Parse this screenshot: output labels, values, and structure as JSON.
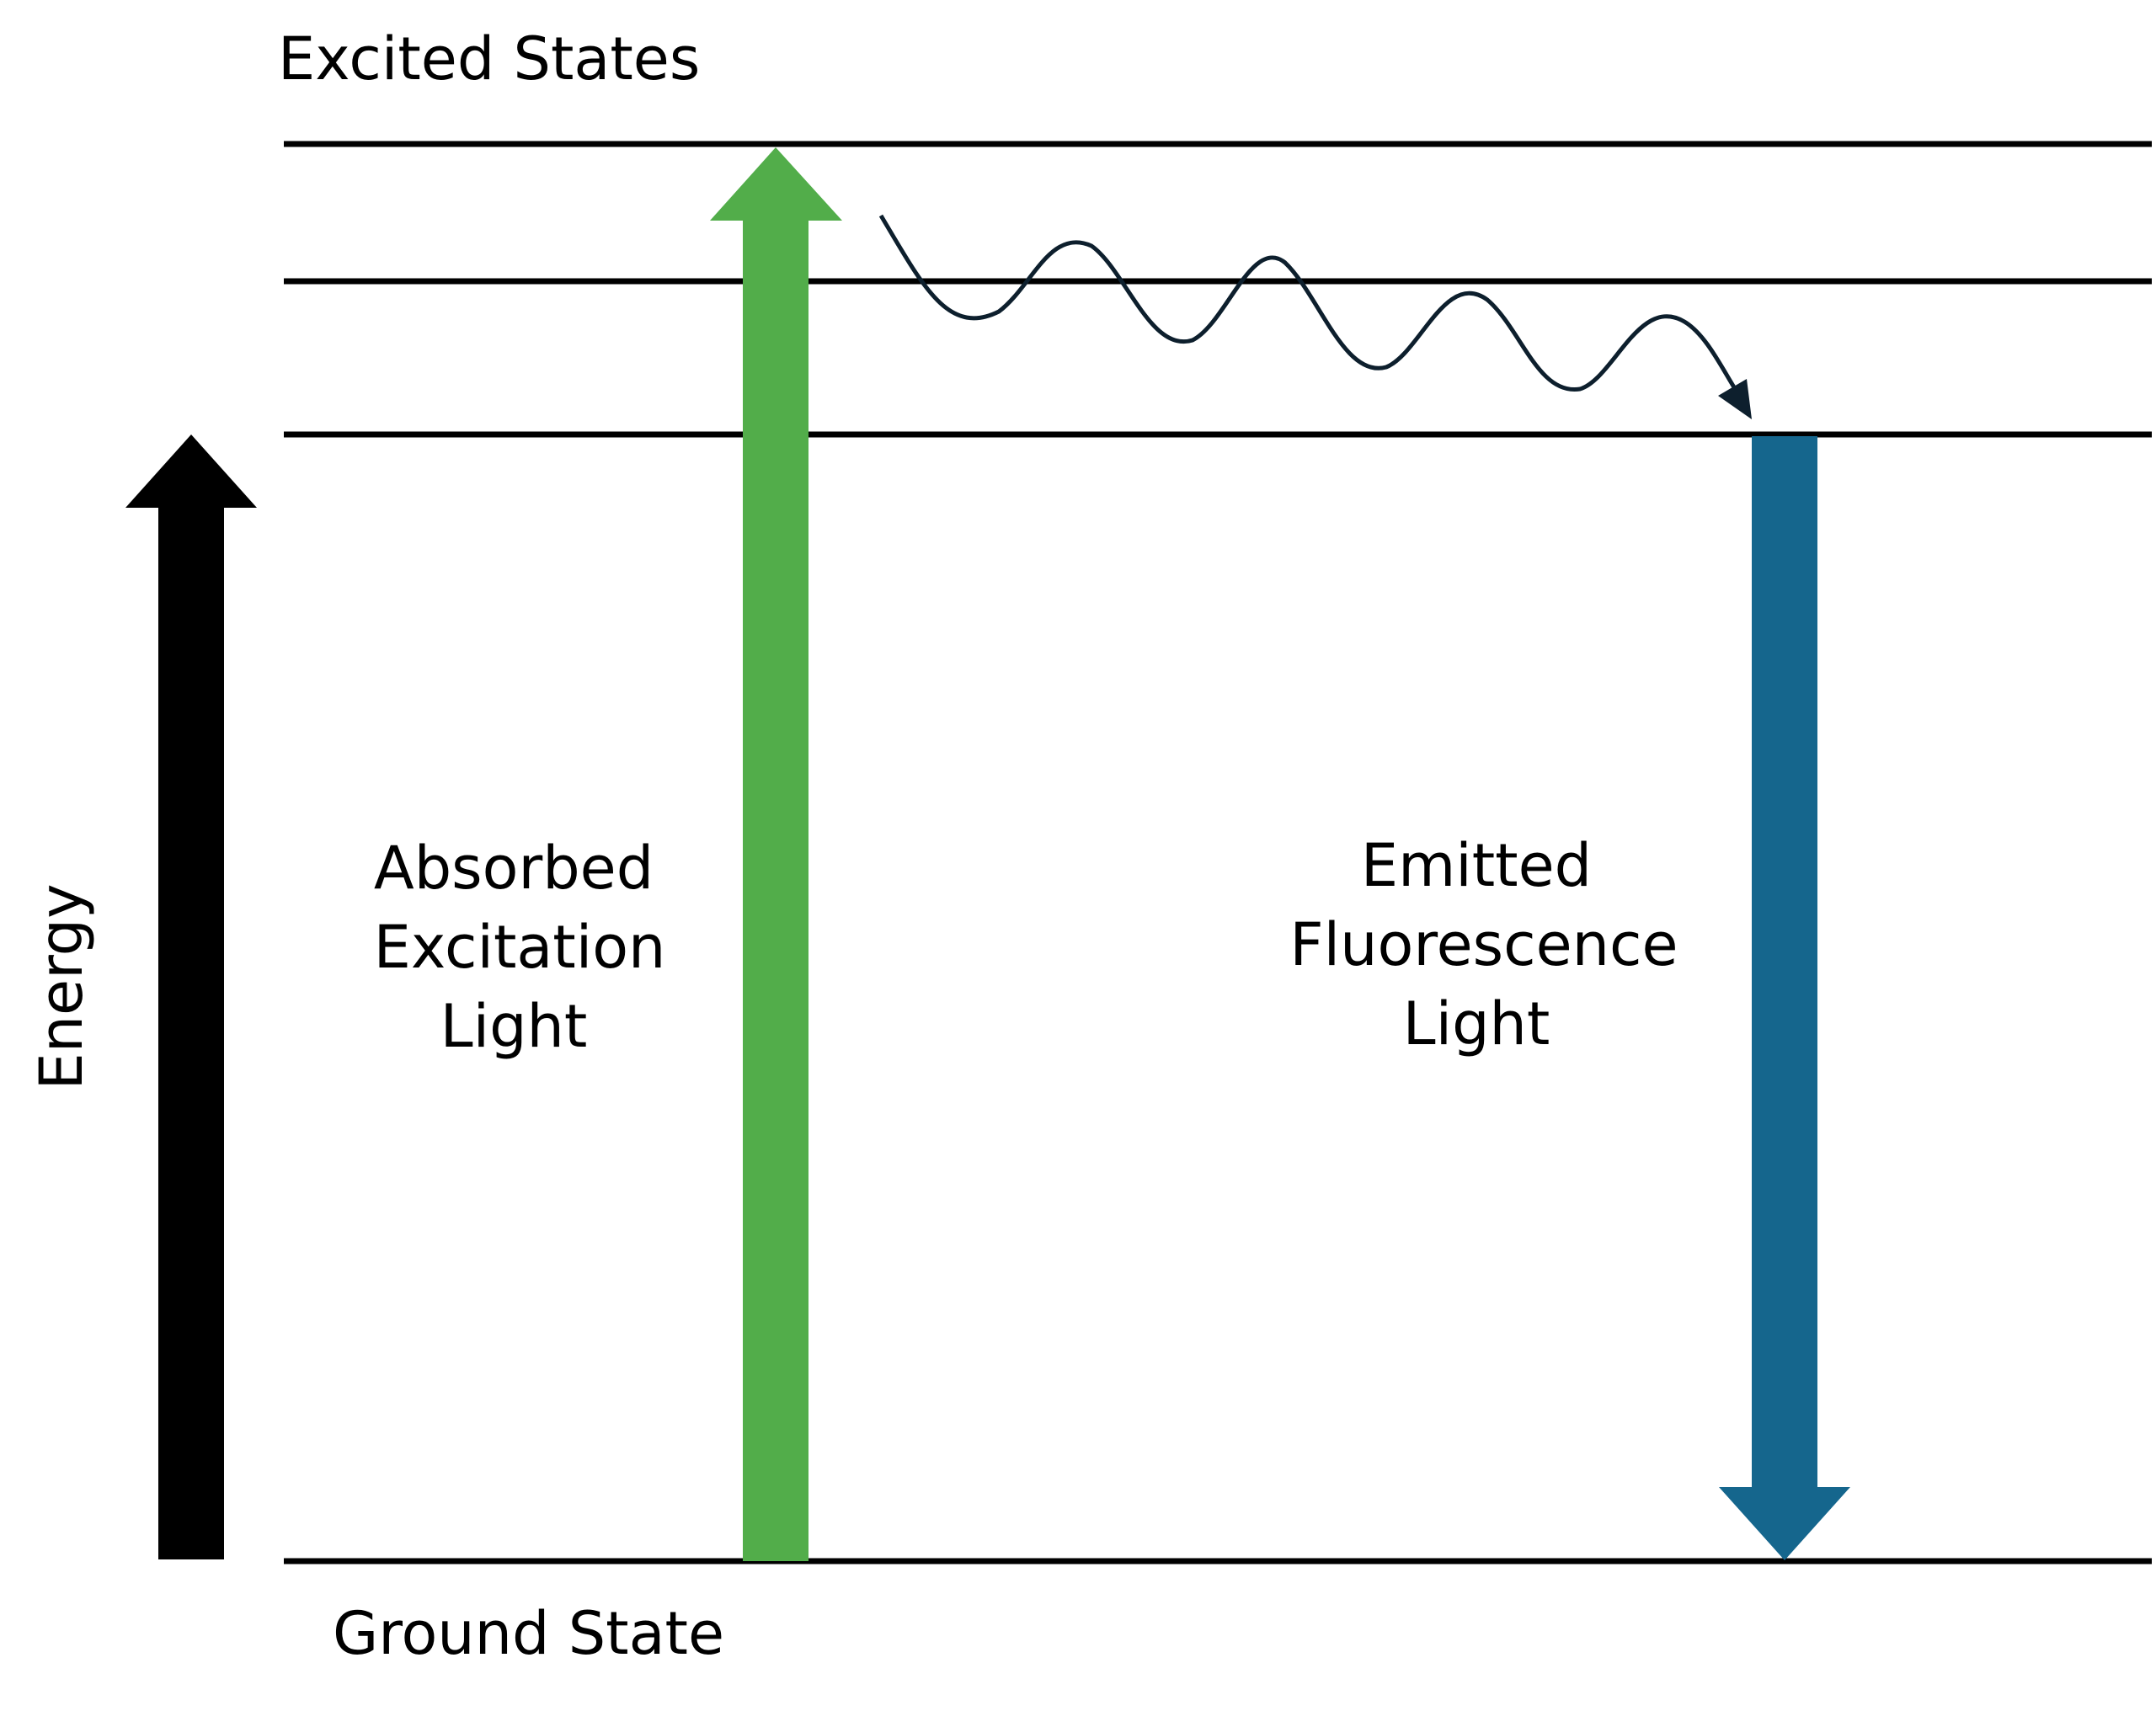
{
  "diagram": {
    "labels": {
      "excited_states": "Excited States",
      "ground_state": "Ground State",
      "energy": "Energy",
      "absorbed": [
        "Absorbed",
        "Excitation",
        "Light"
      ],
      "emitted": [
        "Emitted",
        "Fluorescence",
        "Light"
      ]
    },
    "energy_levels": [
      "excited-level-3",
      "excited-level-2",
      "excited-level-1",
      "ground-level"
    ],
    "arrows": {
      "energy_axis": {
        "direction": "up",
        "color": "#000000"
      },
      "absorption": {
        "direction": "up",
        "color": "#52ad4a"
      },
      "emission": {
        "direction": "down",
        "color": "#15668d"
      },
      "relaxation": {
        "style": "wavy",
        "color": "#0d1f2d"
      }
    }
  }
}
